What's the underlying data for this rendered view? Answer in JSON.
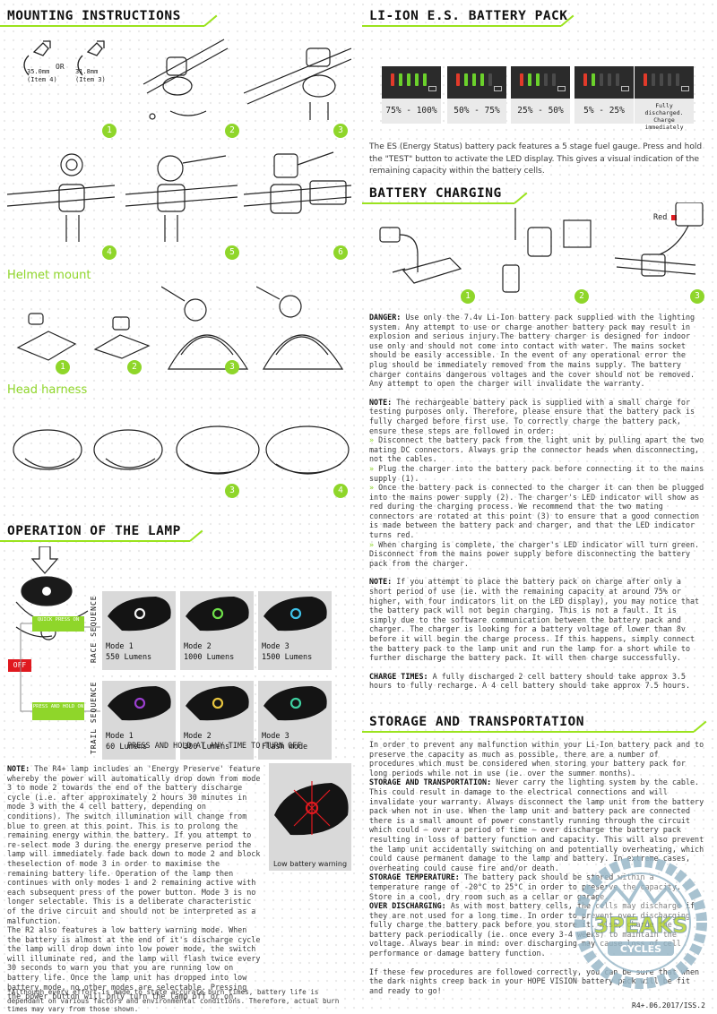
{
  "mounting": {
    "title": "MOUNTING INSTRUCTIONS",
    "clamp_a": "35.0mm",
    "clamp_a_item": "(Item 4)",
    "or": "OR",
    "clamp_b": "31.8mm",
    "clamp_b_item": "(Item 3)",
    "steps": [
      "1",
      "2",
      "3",
      "4",
      "5",
      "6"
    ],
    "helmet_title": "Helmet mount",
    "helmet_steps": [
      "1",
      "2",
      "3"
    ],
    "head_title": "Head harness",
    "head_steps": [
      "3",
      "4"
    ]
  },
  "battery_pack": {
    "title": "LI-ION E.S. BATTERY PACK",
    "levels": [
      {
        "label": "75% - 100%",
        "lit": 4,
        "color": "#6bd12b"
      },
      {
        "label": "50% - 75%",
        "lit": 3,
        "color": "#6bd12b"
      },
      {
        "label": "25% - 50%",
        "lit": 2,
        "color": "#6bd12b"
      },
      {
        "label": "5% - 25%",
        "lit": 1,
        "color": "#6bd12b"
      },
      {
        "label": "Fully discharged. Charge immediately",
        "lit": 1,
        "color": "#e23a2a"
      }
    ],
    "description": "The ES (Energy Status) battery pack features a 5 stage fuel gauge. Press and hold the \"TEST\" button to activate the LED display. This gives a visual indication of the remaining capacity within the battery cells."
  },
  "charging": {
    "title": "BATTERY CHARGING",
    "red_label": "Red",
    "steps": [
      "1",
      "2",
      "3"
    ],
    "danger_label": "DANGER:",
    "danger_text": "Use only the 7.4v Li-Ion battery pack supplied with the lighting system. Any attempt to use or charge another battery pack may result in explosion and serious injury.The battery charger is designed for indoor use only and should not come into contact with water. The mains socket should be easily accessible. In the event of any operational error the plug should be immediately removed from the mains supply. The battery charger contains dangerous voltages and the cover should not be removed. Any attempt to open the charger will invalidate the warranty.",
    "note1_label": "NOTE:",
    "note1_text": "The rechargeable battery pack is supplied with a small charge for testing purposes only. Therefore, please ensure that the battery pack is fully charged before first use. To correctly charge the battery pack, ensure these steps are followed in order:",
    "bullets": [
      "Disconnect the battery pack from the light unit by pulling apart the two mating DC connectors. Always grip the connector heads when disconnecting, not the cables.",
      "Plug the charger into the battery pack before connecting it to the mains supply (1).",
      "Once the battery pack is connected to the charger it can then be plugged into the mains power supply (2). The charger's LED indicator will show as red during the charging process. We recommend that the two mating connectors are rotated at this point (3) to ensure that a good connection is made between the battery pack and charger, and that the LED indicator turns red.",
      "When charging is complete, the charger's LED indicator will turn green. Disconnect from the mains power supply before disconnecting the battery pack from the charger."
    ],
    "bullet_mark": "»",
    "note2_label": "NOTE:",
    "note2_text": "If you attempt to place the battery pack on charge after only a short period of use (ie. with the remaining capacity at around 75% or higher, with four indicators lit on the LED display), you may notice that the battery pack will not begin charging. This is not a fault. It is simply due to the software communication between the battery pack and charger. The charger is looking for a battery voltage of lower than 8v before it will begin the charge process. If this happens, simply connect the battery pack to the lamp unit and run the lamp for a short while to further discharge the battery pack. It will then charge successfully.",
    "times_label": "CHARGE TIMES:",
    "times_text": "A fully discharged 2 cell battery should take approx 3.5 hours to fully recharge. A 4 cell battery should take approx 7.5 hours."
  },
  "operation": {
    "title": "OPERATION OF THE LAMP",
    "quick_press": "QUICK PRESS ON",
    "off": "OFF",
    "press_hold": "PRESS AND HOLD ON",
    "race_label": "RACE SEQUENCE",
    "trail_label": "TRAIL SEQUENCE",
    "race_modes": [
      {
        "mode": "Mode 1",
        "output": "550 Lumens",
        "glow": "#f2f2f2"
      },
      {
        "mode": "Mode 2",
        "output": "1000 Lumens",
        "glow": "#6fe04a"
      },
      {
        "mode": "Mode 3",
        "output": "1500 Lumens",
        "glow": "#3fc1e8"
      }
    ],
    "trail_modes": [
      {
        "mode": "Mode 1",
        "output": "60 Lumens",
        "glow": "#9b3fd0"
      },
      {
        "mode": "Mode 2",
        "output": "300 Lumens",
        "glow": "#e8c53f"
      },
      {
        "mode": "Mode 3",
        "output": "Flash mode",
        "glow": "#3fd0a0"
      }
    ],
    "press_hold_off": "PRESS AND HOLD AT ANY TIME TO TURN OFF",
    "note_label": "NOTE:",
    "note_text": "The R4+ lamp includes an 'Energy Preserve' feature whereby the power will automatically drop down from mode 3 to mode 2 towards the end of the battery discharge cycle (i.e. after approximately 2 hours 30 minutes in mode 3 with the 4 cell battery, depending on conditions). The switch illumination will change from blue to green at this point. This is to prolong the remaining energy within the battery. If you attempt to re-select mode 3 during the energy preserve period the lamp will immediately fade back down to mode 2 and block theselection of mode 3 in order to maximise the remaining battery life. Operation of the lamp then continues with only modes 1 and 2 remaining active with each subsequent press of the power button. Mode 3 is no longer selectable. This is a deliberate characteristic of the drive circuit and should not be interpreted as a malfunction.",
    "r2_text": "The R2 also features a low battery warning mode. When the battery is almost at the end of it's discharge cycle the lamp will drop down into low power mode, the switch will illuminate red, and the lamp will flash twice every 30 seconds to warn you that you are running low on battery life. Once the lamp unit has dropped into low battery mode, no other modes are selectable. Pressing the power button will only turn the lamp off or on.",
    "low_battery": "Low battery warning",
    "footnote": "*Although every effort is made to state accurate burn times, battery life is dependant on various factors and environmental conditions. Therefore, actual burn times may vary from those shown."
  },
  "storage": {
    "title": "STORAGE AND TRANSPORTATION",
    "intro": "In order to prevent any malfunction within your Li-Ion battery pack and to preserve the capacity as much as possible, there are a number of procedures which must be considered when storing your battery pack for long periods while not in use (ie. over the summer months).",
    "st_label": "STORAGE AND TRANSPORTATION:",
    "st_text": "Never carry the lighting system by the cable. This could result in damage to the electrical connections and will invalidate your warranty. Always disconnect the lamp unit from the battery pack when not in use. When the lamp unit and battery pack are connected there is a small amount of power constantly running through the circuit which could – over a period of time – over discharge the battery pack resulting in loss of battery function and capacity. This will also prevent the lamp unit accidentally switching on and potentially overheating, which could cause permanent damage to the lamp and battery. In extreme cases, overheating could cause fire and/or death.",
    "temp_label": "STORAGE TEMPERATURE:",
    "temp_text": "The battery pack should be stored within a temperature range of -20°C to 25°C in order to preserve the capacity. Store in a cool, dry room such as a cellar or garage.",
    "od_label": "OVER DISCHARGING:",
    "od_text": "As with most battery cells, the cells may discharge if they are not used for a long time. In order to prevent over discharging fully charge the battery pack before you store it. Also, charge the battery pack periodically (ie. once every 3-4 weeks) to maintain the voltage. Always bear in mind: over discharging may cause loss of cell performance or damage battery function.",
    "closing": "If these few procedures are followed correctly, you can be sure that when the dark nights creep back in your HOPE VISION battery pack will be fit and ready to go!",
    "stamp_top": "3PEAKS",
    "stamp_bottom": "CYCLES",
    "doc_ref": "R4+.06.2017/ISS.2"
  },
  "colors": {
    "accent_green": "#8fd62a",
    "danger_red": "#e0191f",
    "card_grey": "#d9d9d9"
  }
}
